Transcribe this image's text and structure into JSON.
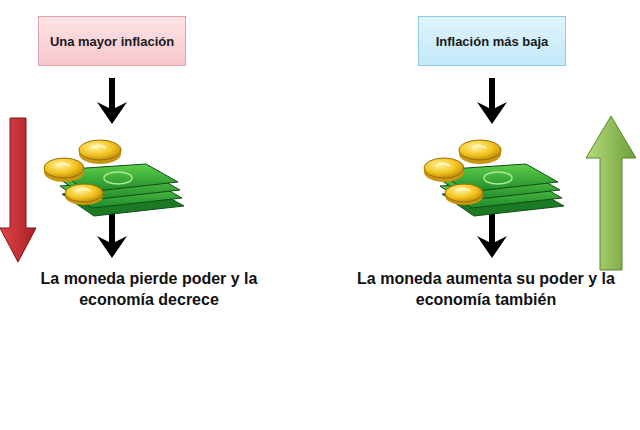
{
  "diagram": {
    "nodes": [
      {
        "text": [
          "Una mayor inflación"
        ]
      },
      {
        "text": [
          "Inflación más baja"
        ]
      }
    ],
    "labels": [
      "La moneda pierde poder y la economía decrece",
      "La moneda aumenta su poder y la economía también"
    ]
  }
}
